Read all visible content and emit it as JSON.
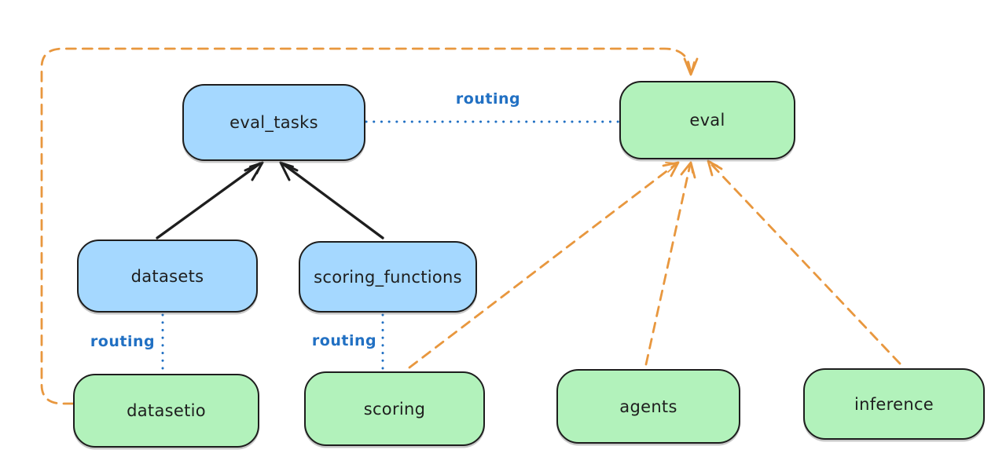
{
  "diagram": {
    "type": "architecture-diagram",
    "background": "#ffffff",
    "colors": {
      "node_stroke": "#1e1e1e",
      "text": "#1e1e1e",
      "blue_fill": "#a5d8ff",
      "green_fill": "#b2f2bb",
      "routing_blue": "#2170c3",
      "orange": "#e8973e",
      "black": "#1e1e1e"
    },
    "nodes": {
      "eval_tasks": {
        "label": "eval_tasks",
        "color": "blue"
      },
      "eval": {
        "label": "eval",
        "color": "green"
      },
      "datasets": {
        "label": "datasets",
        "color": "blue"
      },
      "scoring_functions": {
        "label": "scoring_functions",
        "color": "blue"
      },
      "datasetio": {
        "label": "datasetio",
        "color": "green"
      },
      "scoring": {
        "label": "scoring",
        "color": "green"
      },
      "agents": {
        "label": "agents",
        "color": "green"
      },
      "inference": {
        "label": "inference",
        "color": "green"
      }
    },
    "edges": [
      {
        "from": "datasets",
        "to": "eval_tasks",
        "style": "solid-arrow",
        "color": "black",
        "label": ""
      },
      {
        "from": "scoring_functions",
        "to": "eval_tasks",
        "style": "solid-arrow",
        "color": "black",
        "label": ""
      },
      {
        "from": "eval_tasks",
        "to": "eval",
        "style": "dotted-line",
        "color": "blue",
        "label": "routing"
      },
      {
        "from": "datasets",
        "to": "datasetio",
        "style": "dotted-line",
        "color": "blue",
        "label": "routing"
      },
      {
        "from": "scoring_functions",
        "to": "scoring",
        "style": "dotted-line",
        "color": "blue",
        "label": "routing"
      },
      {
        "from": "datasetio",
        "to": "eval",
        "style": "dashed-arrow",
        "color": "orange",
        "label": ""
      },
      {
        "from": "scoring",
        "to": "eval",
        "style": "dashed-arrow",
        "color": "orange",
        "label": ""
      },
      {
        "from": "agents",
        "to": "eval",
        "style": "dashed-arrow",
        "color": "orange",
        "label": ""
      },
      {
        "from": "inference",
        "to": "eval",
        "style": "dashed-arrow",
        "color": "orange",
        "label": ""
      }
    ]
  }
}
